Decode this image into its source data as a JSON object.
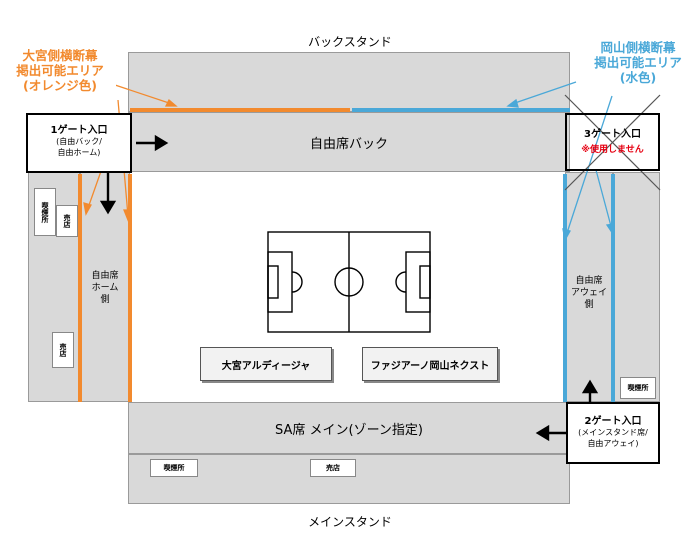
{
  "labels": {
    "back_stand": "バックスタンド",
    "main_stand": "メインスタンド",
    "back_free": "自由席バック",
    "main_sa": "SA席 メイン(ゾーン指定)",
    "home_free": "自由席\nホーム\n側",
    "away_free": "自由席\nアウェイ\n側"
  },
  "small_rooms": {
    "smoking_left": "喫煙所",
    "shop_left_top": "売店",
    "shop_left_bottom": "売店",
    "smoking_right": "喫煙所",
    "smoking_bottom": "喫煙所",
    "shop_bottom": "売店"
  },
  "gates": {
    "gate1_title": "1ゲート入口",
    "gate1_sub1": "(自由バック/",
    "gate1_sub2": "自由ホーム)",
    "gate2_title": "2ゲート入口",
    "gate2_sub1": "(メインスタンド席/",
    "gate2_sub2": "自由アウェイ)",
    "gate3_title": "3ゲート入口",
    "gate3_note": "※使用しません"
  },
  "notes": {
    "omiya_line1": "大宮側横断幕",
    "omiya_line2": "掲出可能エリア",
    "omiya_line3": "(オレンジ色)",
    "okayama_line1": "岡山側横断幕",
    "okayama_line2": "掲出可能エリア",
    "okayama_line3": "(水色)"
  },
  "teams": {
    "home": "大宮アルディージャ",
    "away": "ファジアーノ岡山ネクスト"
  },
  "colors": {
    "orange": "#f28a2e",
    "blue": "#4aa8d8",
    "stand_gray": "#d9d9d9",
    "gate3_red": "#e60012"
  }
}
